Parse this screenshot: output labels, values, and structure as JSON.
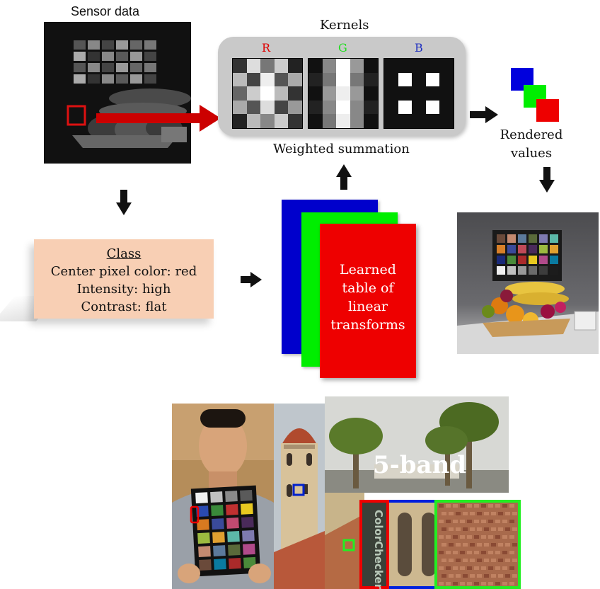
{
  "sensor": {
    "title": "Sensor data"
  },
  "kernels": {
    "title": "Kernels",
    "labels": [
      {
        "text": "R",
        "color": "#e00000"
      },
      {
        "text": "G",
        "color": "#22dd22"
      },
      {
        "text": "B",
        "color": "#2030c0"
      }
    ],
    "caption": "Weighted summation",
    "grids": [
      [
        "#333",
        "#ddd",
        "#777",
        "#ccc",
        "#222",
        "#bbb",
        "#444",
        "#eee",
        "#555",
        "#aaa",
        "#666",
        "#ccc",
        "#fff",
        "#bbb",
        "#333",
        "#aaa",
        "#555",
        "#ddd",
        "#444",
        "#999",
        "#222",
        "#bbb",
        "#888",
        "#ccc",
        "#333"
      ],
      [
        "#111",
        "#888",
        "#fff",
        "#999",
        "#111",
        "#222",
        "#777",
        "#fff",
        "#777",
        "#222",
        "#111",
        "#999",
        "#eee",
        "#999",
        "#111",
        "#222",
        "#888",
        "#fff",
        "#888",
        "#222",
        "#111",
        "#777",
        "#eee",
        "#888",
        "#111"
      ],
      [
        "#111",
        "#111",
        "#111",
        "#111",
        "#111",
        "#111",
        "#fff",
        "#111",
        "#fff",
        "#111",
        "#111",
        "#111",
        "#111",
        "#111",
        "#111",
        "#111",
        "#fff",
        "#111",
        "#fff",
        "#111",
        "#111",
        "#111",
        "#111",
        "#111",
        "#111"
      ]
    ]
  },
  "rendered": {
    "line1": "Rendered",
    "line2": "values"
  },
  "class_box": {
    "title": "Class",
    "line1": "Center pixel color: red",
    "line2": "Intensity: high",
    "line3": "Contrast: flat"
  },
  "learned": {
    "line1": "Learned",
    "line2": "table of",
    "line3": "linear",
    "line4": "transforms"
  },
  "bottom": {
    "overlay_text": "5-band"
  },
  "colors": {
    "arrow_red": "#cc0000",
    "card_blue": "#0000cc",
    "card_green": "#00ee00",
    "card_red": "#ee0000",
    "class_bg": "#f8cfb4",
    "panel_bg": "#c9c9c9"
  }
}
